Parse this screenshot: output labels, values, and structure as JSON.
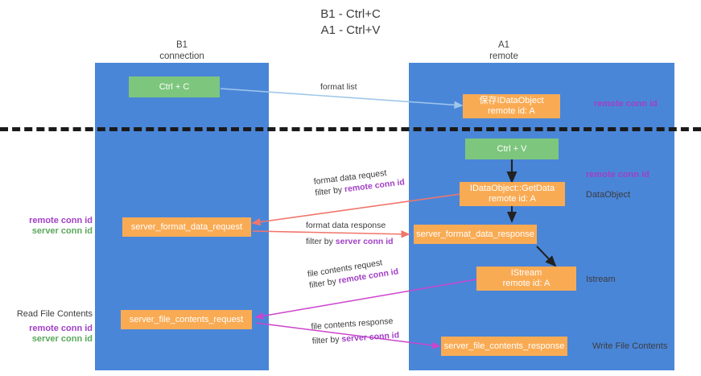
{
  "title": {
    "line1": "B1 - Ctrl+C",
    "line2": "A1 - Ctrl+V"
  },
  "lanes": [
    {
      "name": "B1",
      "role": "connection"
    },
    {
      "name": "A1",
      "role": "remote"
    }
  ],
  "nodes": {
    "ctrl_c": {
      "label": "Ctrl + C"
    },
    "ctrl_v": {
      "label": "Ctrl + V"
    },
    "save_dataobject": {
      "line1": "保存IDataObject",
      "line2": "remote id: A"
    },
    "getdata": {
      "line1": "IDataObject::GetData",
      "line2": "remote id: A"
    },
    "istream": {
      "line1": "IStream",
      "line2": "remote id: A"
    },
    "server_format_data_request": {
      "label": "server_format_data_request"
    },
    "server_format_data_response": {
      "label": "server_format_data_response"
    },
    "server_file_contents_request": {
      "label": "server_file_contents_request"
    },
    "server_file_contents_response": {
      "label": "server_file_contents_response"
    }
  },
  "edges": {
    "format_list": {
      "text": "format list"
    },
    "format_data_request": {
      "line1": "format data request",
      "prefix": "filter by ",
      "key": "remote conn id"
    },
    "format_data_response": {
      "line1": "format data response",
      "prefix": "filter by ",
      "key": "server conn id"
    },
    "file_contents_request": {
      "line1": "file contents request",
      "prefix": "filter by ",
      "key": "remote conn id"
    },
    "file_contents_response": {
      "line1": "file contents response",
      "prefix": "filter by ",
      "key": "server conn id"
    }
  },
  "annotations": {
    "remote_conn_id_top": "remote conn id",
    "remote_conn_id_mid": "remote conn id",
    "dataobject": "DataObject",
    "istream": "Istream",
    "write_file_contents": "Write File Contents",
    "read_file_contents": "Read File Contents",
    "left_mid_purple": "remote conn id",
    "left_mid_green": "server conn id",
    "left_bottom_purple": "remote conn id",
    "left_bottom_green": "server conn id"
  },
  "colors": {
    "lane": "#4a86d8",
    "green_node": "#7dc67d",
    "orange_node": "#f9ab54",
    "purple": "#a23fc6",
    "green_text": "#5aa85a",
    "red_arrow": "#f1756b",
    "blue_arrow": "#9fc6ea",
    "magenta_arrow": "#cc44cc",
    "dark_arrow": "#222222"
  }
}
